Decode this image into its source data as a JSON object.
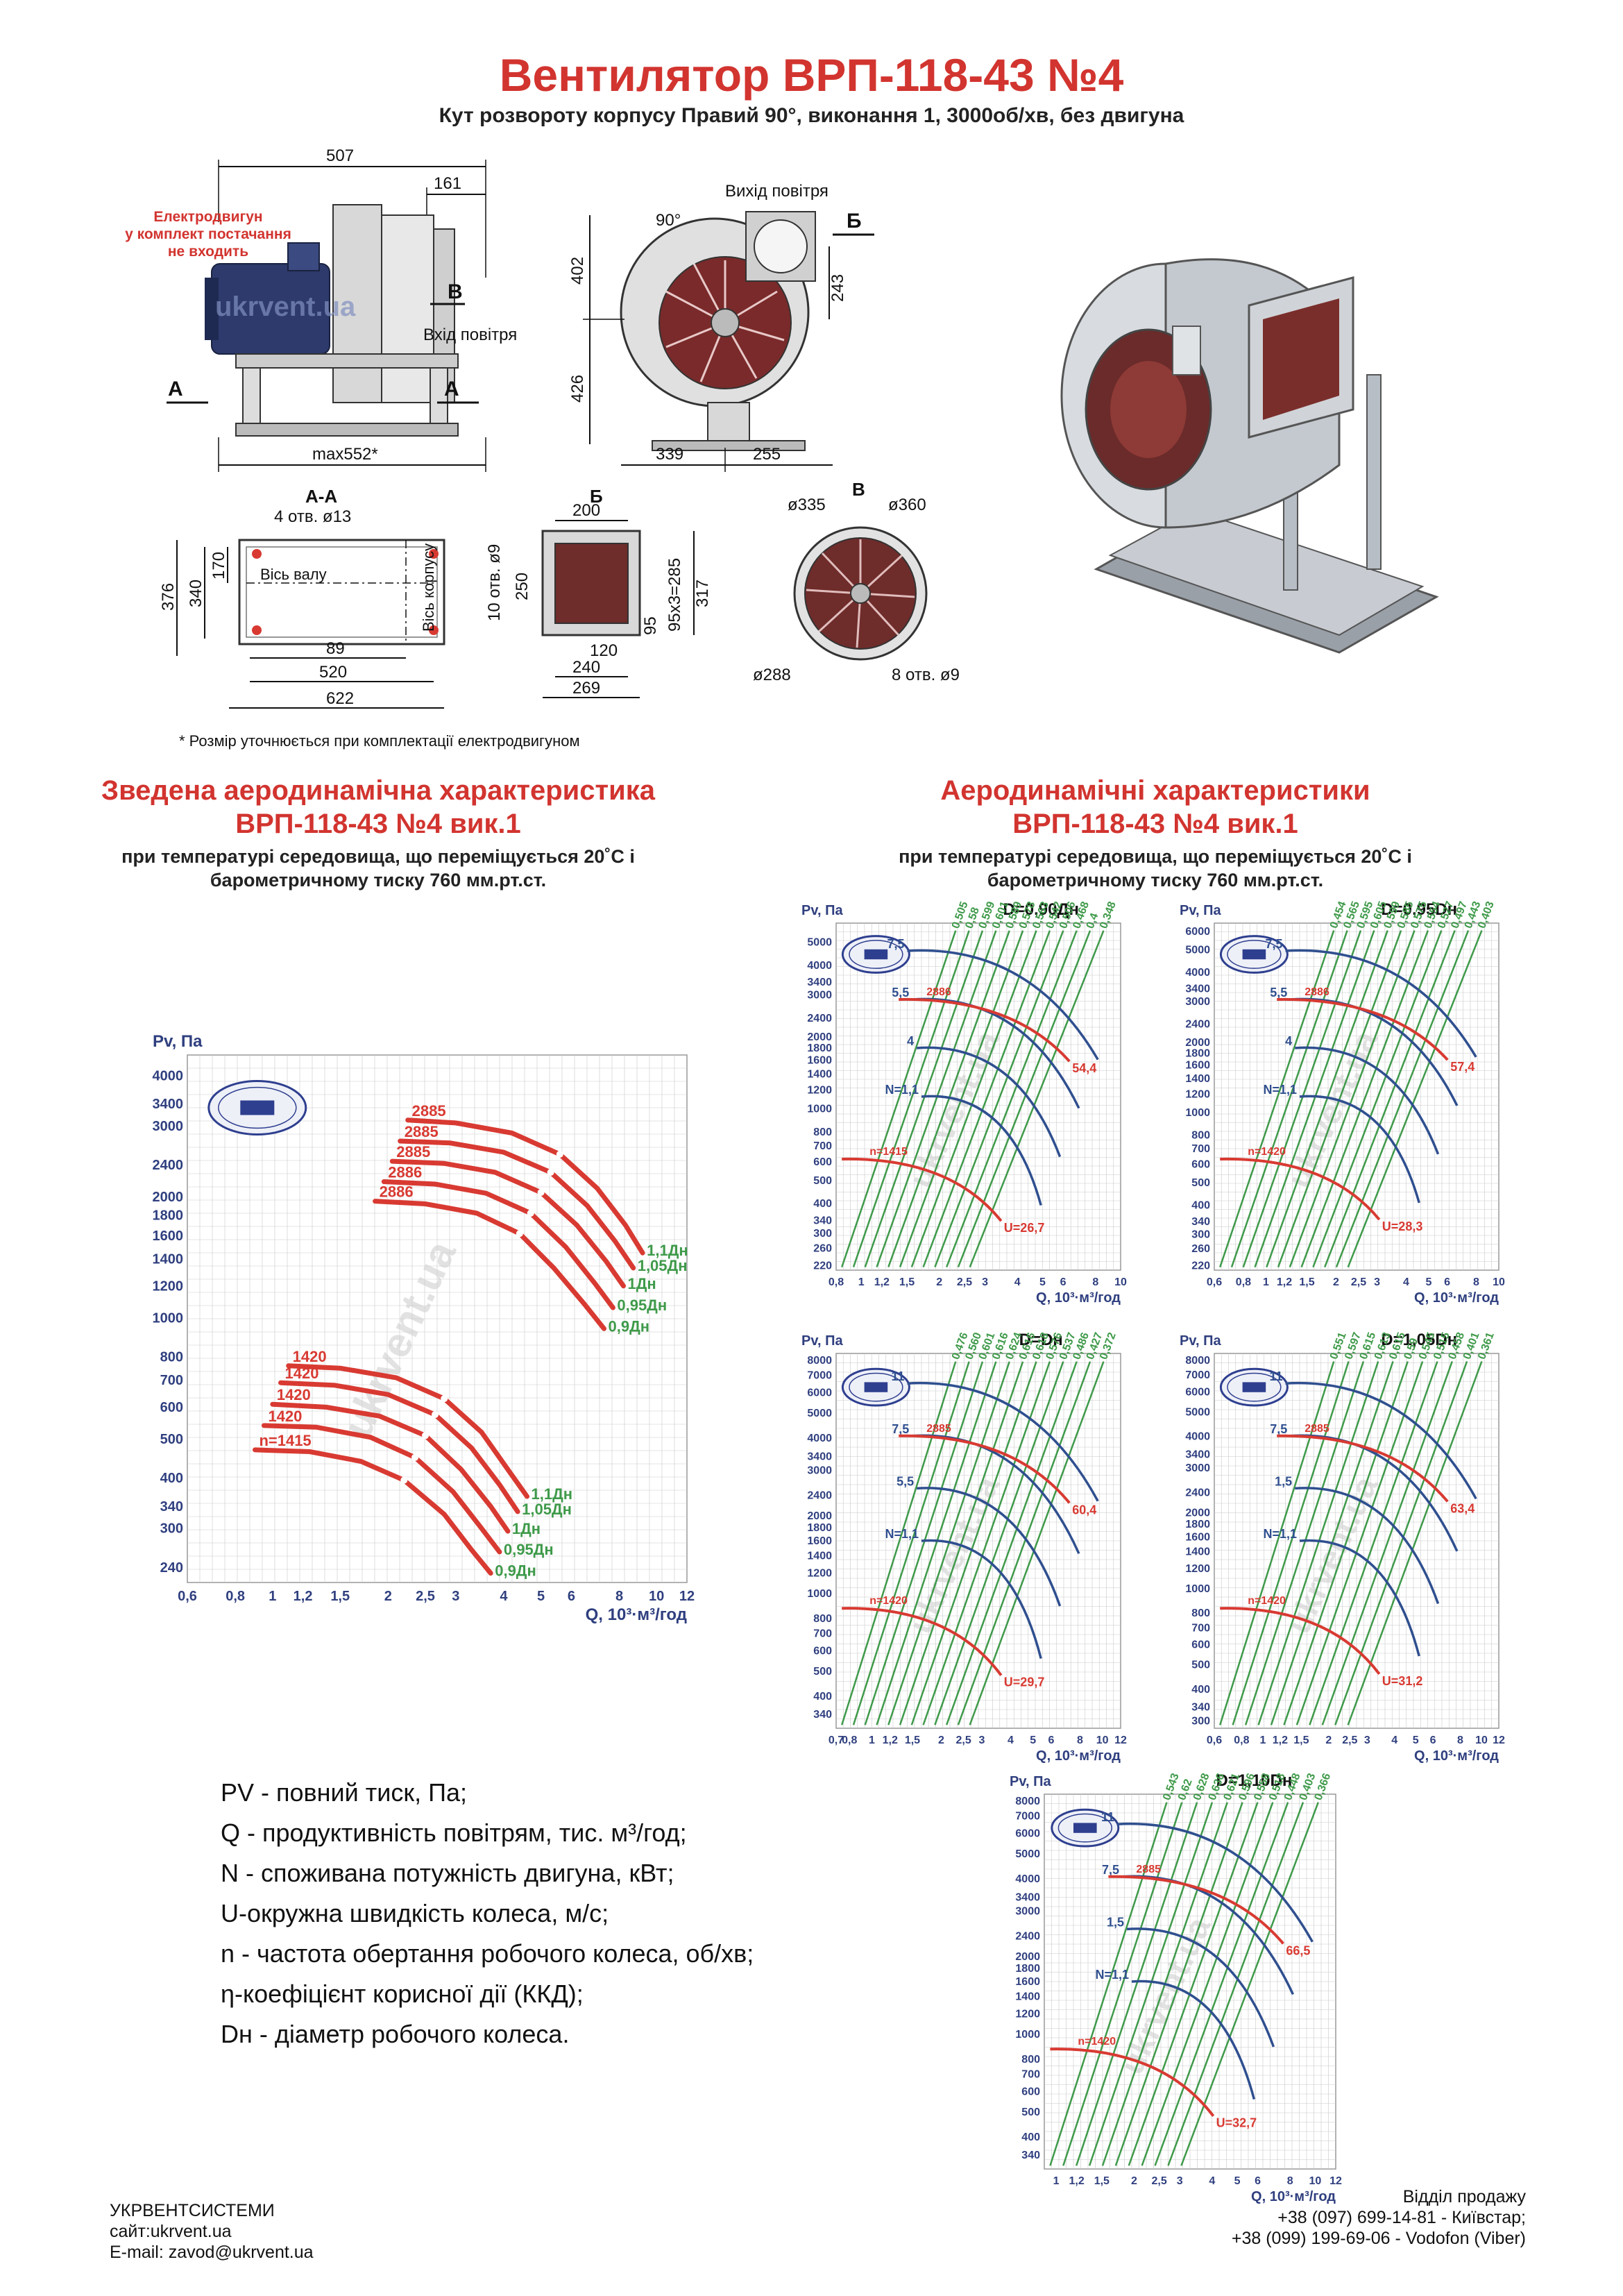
{
  "header": {
    "title": "Вентилятор ВРП-118-43 №4",
    "subtitle": "Кут розвороту корпусу Правий 90°, виконання 1, 3000об/хв, без двигуна"
  },
  "drawing": {
    "side_view": {
      "dims": [
        "507",
        "161",
        "max552*"
      ],
      "motor_note": [
        "Електродвигун",
        "у комплект постачання",
        "не входить"
      ],
      "inlet_label": "Вхід повітря",
      "section_b": "В",
      "section_a": "А",
      "watermark": "ukrvent.ua"
    },
    "front_view": {
      "outlet_label": "Вихід повітря",
      "angle": "90°",
      "section": "Б",
      "dims": [
        "402",
        "426",
        "243",
        "339",
        "255"
      ]
    },
    "section_aa": {
      "title": "А-А",
      "holes": "4 отв. ø13",
      "dims": [
        "376",
        "340",
        "170",
        "89",
        "520",
        "622"
      ],
      "axis_shaft": "Вісь валу",
      "axis_body": "Вісь корпусу"
    },
    "section_b": {
      "title": "Б",
      "dims": [
        "200",
        "10 отв. ø9",
        "250",
        "95",
        "95х3=285",
        "317",
        "120",
        "240",
        "269"
      ]
    },
    "section_v": {
      "title": "В",
      "dims": [
        "ø335",
        "ø360",
        "ø288",
        "8 отв. ø9"
      ]
    },
    "footnote": "* Розмір уточнюється при комплектації електродвигуном"
  },
  "summary_section": {
    "title": [
      "Зведена аеродинамічна характеристика",
      "ВРП-118-43 №4 вик.1"
    ],
    "subtitle": [
      "при температурі середовища, що переміщується 20˚С і",
      "барометричному тиску 760 мм.рт.ст."
    ]
  },
  "detail_section": {
    "title": [
      "Аеродинамічні характеристики",
      "ВРП-118-43 №4 вик.1"
    ],
    "subtitle": [
      "при температурі середовища, що переміщується 20˚С і",
      "барометричному тиску 760 мм.рт.ст."
    ]
  },
  "chart_data": [
    {
      "type": "line",
      "title": "",
      "ylabel": "Pv, Па",
      "xlabel": "Q, 10³·м³/год",
      "x_log": true,
      "y_log": true,
      "xlim": [
        0.6,
        12
      ],
      "ylim": [
        220,
        4500
      ],
      "x_ticks": [
        0.6,
        0.8,
        1,
        1.2,
        1.5,
        2,
        2.5,
        3,
        4,
        5,
        6,
        8,
        10,
        12
      ],
      "y_ticks": [
        240,
        300,
        340,
        400,
        500,
        600,
        700,
        800,
        1000,
        1200,
        1400,
        1600,
        1800,
        2000,
        2400,
        3000,
        3400,
        4000
      ],
      "series": [
        {
          "name": "1,1Дн",
          "rpm": "2885",
          "x": [
            2.25,
            3.0,
            4.2,
            5.6,
            7.0,
            8.3,
            9.2
          ],
          "y": [
            3100,
            3050,
            2880,
            2550,
            2100,
            1700,
            1450
          ]
        },
        {
          "name": "1,05Дн",
          "rpm": "2885",
          "x": [
            2.15,
            2.9,
            4.0,
            5.3,
            6.6,
            7.8,
            8.7
          ],
          "y": [
            2750,
            2720,
            2580,
            2300,
            1900,
            1550,
            1330
          ]
        },
        {
          "name": "1Дн",
          "rpm": "2885",
          "x": [
            2.05,
            2.8,
            3.8,
            5.0,
            6.2,
            7.4,
            8.2
          ],
          "y": [
            2450,
            2420,
            2300,
            2050,
            1700,
            1380,
            1200
          ]
        },
        {
          "name": "0,95Дн",
          "rpm": "2886",
          "x": [
            1.95,
            2.65,
            3.6,
            4.7,
            5.8,
            6.9,
            7.7
          ],
          "y": [
            2180,
            2150,
            2040,
            1820,
            1500,
            1220,
            1060
          ]
        },
        {
          "name": "0,9Дн",
          "rpm": "2886",
          "x": [
            1.85,
            2.5,
            3.4,
            4.4,
            5.4,
            6.5,
            7.3
          ],
          "y": [
            1950,
            1920,
            1820,
            1620,
            1330,
            1080,
            940
          ]
        },
        {
          "name": "1,1Дн",
          "rpm": "1420",
          "x": [
            1.1,
            1.5,
            2.1,
            2.8,
            3.5,
            4.1,
            4.6
          ],
          "y": [
            760,
            750,
            710,
            630,
            520,
            420,
            360
          ]
        },
        {
          "name": "1,05Дн",
          "rpm": "1420",
          "x": [
            1.05,
            1.45,
            2.0,
            2.65,
            3.3,
            3.9,
            4.35
          ],
          "y": [
            690,
            680,
            645,
            575,
            475,
            385,
            330
          ]
        },
        {
          "name": "1Дн",
          "rpm": "1420",
          "x": [
            1.0,
            1.38,
            1.9,
            2.5,
            3.1,
            3.7,
            4.1
          ],
          "y": [
            610,
            600,
            570,
            510,
            420,
            340,
            295
          ]
        },
        {
          "name": "0,95Дн",
          "rpm": "1420",
          "x": [
            0.95,
            1.3,
            1.8,
            2.35,
            2.95,
            3.5,
            3.9
          ],
          "y": [
            540,
            535,
            505,
            450,
            370,
            300,
            262
          ]
        },
        {
          "name": "0,9Дн",
          "rpm": "n=1415",
          "x": [
            0.9,
            1.25,
            1.7,
            2.2,
            2.8,
            3.3,
            3.7
          ],
          "y": [
            470,
            465,
            440,
            395,
            325,
            265,
            232
          ]
        }
      ],
      "rpm_labels": [
        "2885",
        "2885",
        "2885",
        "2886",
        "2886",
        "1420",
        "1420",
        "1420",
        "1420",
        "n=1415"
      ],
      "size_labels": [
        "1,1Дн",
        "1,05Дн",
        "1Дн",
        "0,95Дн",
        "0,9Дн"
      ]
    },
    {
      "type": "line",
      "title": "D=0,90Дн",
      "ylabel": "Pv, Па",
      "xlabel": "Q, 10³·м³/год",
      "xlim": [
        0.8,
        10
      ],
      "ylim": [
        210,
        6000
      ],
      "x_ticks": [
        0.8,
        1,
        1.2,
        1.5,
        2,
        2.5,
        3,
        4,
        5,
        6,
        8,
        10
      ],
      "y_ticks": [
        220,
        260,
        300,
        340,
        400,
        500,
        600,
        700,
        800,
        1000,
        1200,
        1400,
        1600,
        1800,
        2000,
        2400,
        3000,
        3400,
        4000,
        5000
      ],
      "red_labels": [
        "2886",
        "n=1415",
        "54,4",
        "U=26,7"
      ],
      "blue_labels": [
        "7,5",
        "5,5",
        "4",
        "N=1,1"
      ],
      "eff_labels": [
        "0,505",
        "0,58",
        "0,599",
        "0,601",
        "0,589",
        "0,578",
        "0,563",
        "0,542",
        "0,506",
        "0,468",
        "0,4",
        "0,348"
      ]
    },
    {
      "type": "line",
      "title": "D=0,95Dн",
      "ylabel": "Pv, Па",
      "xlabel": "Q, 10³·м³/год",
      "xlim": [
        0.6,
        10
      ],
      "ylim": [
        210,
        6500
      ],
      "x_ticks": [
        0.6,
        0.8,
        1,
        1.2,
        1.5,
        2,
        2.5,
        3,
        4,
        5,
        6,
        8,
        10
      ],
      "y_ticks": [
        220,
        260,
        300,
        340,
        400,
        500,
        600,
        700,
        800,
        1000,
        1200,
        1400,
        1600,
        1800,
        2000,
        2400,
        3000,
        3400,
        4000,
        5000,
        6000
      ],
      "red_labels": [
        "2886",
        "n=1420",
        "57,4",
        "U=28,3"
      ],
      "blue_labels": [
        "7,5",
        "5,5",
        "4",
        "N=1,1"
      ],
      "eff_labels": [
        "0,454",
        "0,565",
        "0,595",
        "0,605",
        "0,599",
        "0,585",
        "0,575",
        "0,554",
        "0,527",
        "0,497",
        "0,443",
        "0,403"
      ]
    },
    {
      "type": "line",
      "title": "D=Dн",
      "ylabel": "Pv, Па",
      "xlabel": "Q, 10³·м³/год",
      "xlim": [
        0.7,
        12
      ],
      "ylim": [
        300,
        8500
      ],
      "x_ticks": [
        0.7,
        0.8,
        1,
        1.2,
        1.5,
        2,
        2.5,
        3,
        4,
        5,
        6,
        8,
        10,
        12
      ],
      "y_ticks": [
        340,
        400,
        500,
        600,
        700,
        800,
        1000,
        1200,
        1400,
        1600,
        1800,
        2000,
        2400,
        3000,
        3400,
        4000,
        5000,
        6000,
        7000,
        8000
      ],
      "red_labels": [
        "2885",
        "n=1420",
        "60,4",
        "U=29,7"
      ],
      "blue_labels": [
        "11",
        "7,5",
        "5,5",
        "N=1,1"
      ],
      "eff_labels": [
        "0,476",
        "0,560",
        "0,601",
        "0,616",
        "0,624",
        "0,616",
        "0,618",
        "0,576",
        "0,537",
        "0,486",
        "0,427",
        "0,372"
      ]
    },
    {
      "type": "line",
      "title": "D=1,05Dн",
      "ylabel": "Pv, Па",
      "xlabel": "Q, 10³·м³/год",
      "xlim": [
        0.6,
        12
      ],
      "ylim": [
        280,
        8500
      ],
      "x_ticks": [
        0.6,
        0.8,
        1,
        1.2,
        1.5,
        2,
        2.5,
        3,
        4,
        5,
        6,
        8,
        10,
        12
      ],
      "y_ticks": [
        300,
        340,
        400,
        500,
        600,
        700,
        800,
        1000,
        1200,
        1400,
        1600,
        1800,
        2000,
        2400,
        3000,
        3400,
        4000,
        5000,
        6000,
        7000,
        8000
      ],
      "red_labels": [
        "2885",
        "n=1420",
        "63,4",
        "U=31,2"
      ],
      "blue_labels": [
        "11",
        "7,5",
        "1,5",
        "N=1,1"
      ],
      "eff_labels": [
        "0,551",
        "0,597",
        "0,615",
        "0,613",
        "0,615",
        "0,59",
        "0,545",
        "0,515",
        "0,458",
        "0,401",
        "0,361"
      ]
    },
    {
      "type": "line",
      "title": "D=1,10Dн",
      "ylabel": "Pv, Па",
      "xlabel": "Q, 10³·м³/год",
      "xlim": [
        0.9,
        12
      ],
      "ylim": [
        300,
        8500
      ],
      "x_ticks": [
        1,
        1.2,
        1.5,
        2,
        2.5,
        3,
        4,
        5,
        6,
        8,
        10,
        12
      ],
      "y_ticks": [
        340,
        400,
        500,
        600,
        700,
        800,
        1000,
        1200,
        1400,
        1600,
        1800,
        2000,
        2400,
        3000,
        3400,
        4000,
        5000,
        6000,
        7000,
        8000
      ],
      "red_labels": [
        "2885",
        "n=1420",
        "66,5",
        "U=32,7"
      ],
      "blue_labels": [
        "11",
        "7,5",
        "1,5",
        "N=1,1"
      ],
      "eff_labels": [
        "0,543",
        "0,62",
        "0,628",
        "0,636",
        "0,621",
        "0,596",
        "0,558",
        "0,518",
        "0,448",
        "0,403",
        "0,366"
      ]
    }
  ],
  "legend": [
    "PV - повний тиск, Па;",
    "Q - продуктивність повітрям, тис. м³/год;",
    "N - споживана потужність двигуна, кВт;",
    "U-окружна швидкість колеса, м/с;",
    "n - частота обертання робочого колеса, об/хв;",
    "η-коефіцієнт корисної дії (ККД);",
    "Dн - діаметр робочого колеса."
  ],
  "footer": {
    "company": "УКРВЕНТСИСТЕМИ",
    "site": "сайт:ukrvent.ua",
    "email": "E-mail: zavod@ukrvent.ua",
    "sales_title": "Відділ продажу",
    "phone1": "+38 (097) 699-14-81 - Київстар;",
    "phone2": "+38 (099) 199-69-06 - Vodofon (Viber)"
  },
  "colors": {
    "title_red": "#d2342f",
    "curve_red": "#d83a32",
    "curve_blue": "#2f4f8f",
    "curve_green": "#3f9a4a",
    "grid": "#c9c9c9",
    "stamp_blue": "#2e3f8f"
  }
}
